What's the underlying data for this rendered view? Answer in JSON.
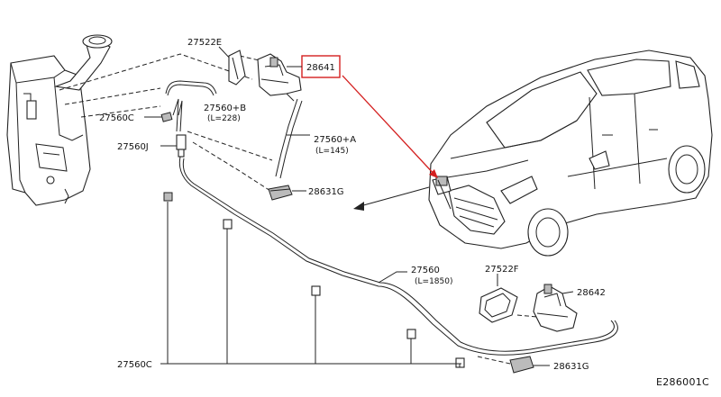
{
  "labels": {
    "p27522e": "27522E",
    "p28641": "28641",
    "p27560c_top": "27560C",
    "p27560b": "27560+B",
    "p27560b_len": "(L=228)",
    "p27560j": "27560J",
    "p27560a": "27560+A",
    "p27560a_len": "(L=145)",
    "p28631g_top": "28631G",
    "p27560": "27560",
    "p27560_len": "(L=1850)",
    "p27522f": "27522F",
    "p28642": "28642",
    "p27560c_bottom": "27560C",
    "p28631g_bottom": "28631G"
  },
  "diagram_code": "E286001C",
  "colors": {
    "highlight": "#d42020",
    "line": "#222222",
    "shade": "#bbbbbb"
  }
}
